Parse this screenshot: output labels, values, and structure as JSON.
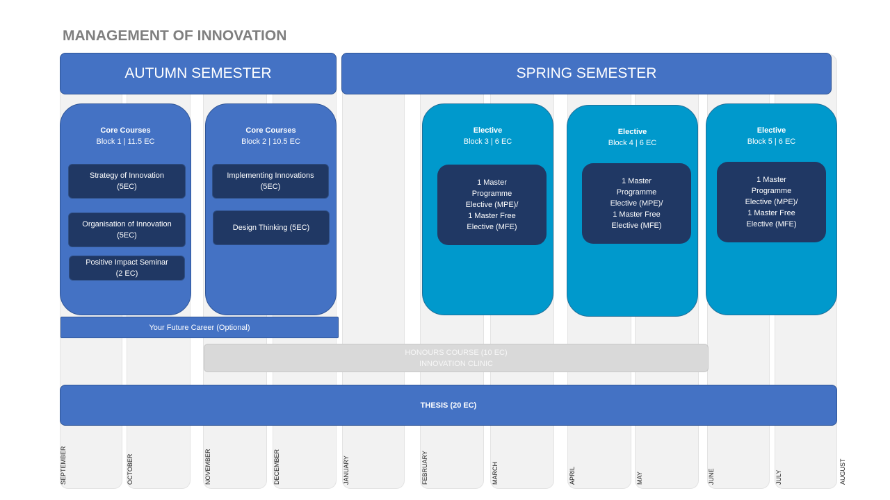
{
  "title": "MANAGEMENT OF INNOVATION",
  "semesters": {
    "autumn": "AUTUMN SEMESTER",
    "spring": "SPRING SEMESTER"
  },
  "months": [
    "SEPTEMBER",
    "OCTOBER",
    "NOVEMBER",
    "DECEMBER",
    "JANUARY",
    "FEBRUARY",
    "MARCH",
    "APRIL",
    "MAY",
    "JUNE",
    "JULY",
    "AUGUST"
  ],
  "blocks": [
    {
      "title": "Core Courses",
      "subtitle": "Block 1 | 11.5 EC",
      "courses": [
        {
          "line1": "Strategy of Innovation",
          "line2": "(5EC)"
        },
        {
          "line1": "Organisation of Innovation",
          "line2": "(5EC)"
        },
        {
          "line1": "Positive Impact Seminar",
          "line2": "(2 EC)"
        }
      ]
    },
    {
      "title": "Core Courses",
      "subtitle": "Block 2 | 10.5 EC",
      "courses": [
        {
          "line1": "Implementing Innovations",
          "line2": "(5EC)"
        },
        {
          "line1": "Design Thinking (5EC)",
          "line2": ""
        }
      ]
    },
    {
      "title": "Elective",
      "subtitle": "Block 3 | 6 EC",
      "courses": [
        {
          "lines": [
            "1 Master",
            "Programme",
            "Elective (MPE)/",
            "1 Master Free",
            "Elective (MFE)"
          ]
        }
      ]
    },
    {
      "title": "Elective",
      "subtitle": "Block 4 | 6 EC",
      "courses": [
        {
          "lines": [
            "1 Master",
            "Programme",
            "Elective (MPE)/",
            "1 Master Free",
            "Elective (MFE)"
          ]
        }
      ]
    },
    {
      "title": "Elective",
      "subtitle": "Block 5 | 6 EC",
      "courses": [
        {
          "lines": [
            "1 Master",
            "Programme",
            "Elective (MPE)/",
            "1 Master Free",
            "Elective (MFE)"
          ]
        }
      ]
    }
  ],
  "career": "Your Future Career (Optional)",
  "honours": {
    "line1": "HONOURS COURSE (10 EC)",
    "line2": "INNOVATION CLINIC"
  },
  "thesis": "THESIS (20 EC)",
  "colors": {
    "core": "#4472c4",
    "elective": "#0099cc",
    "course": "#203864",
    "honours": "#d9d9d9"
  }
}
